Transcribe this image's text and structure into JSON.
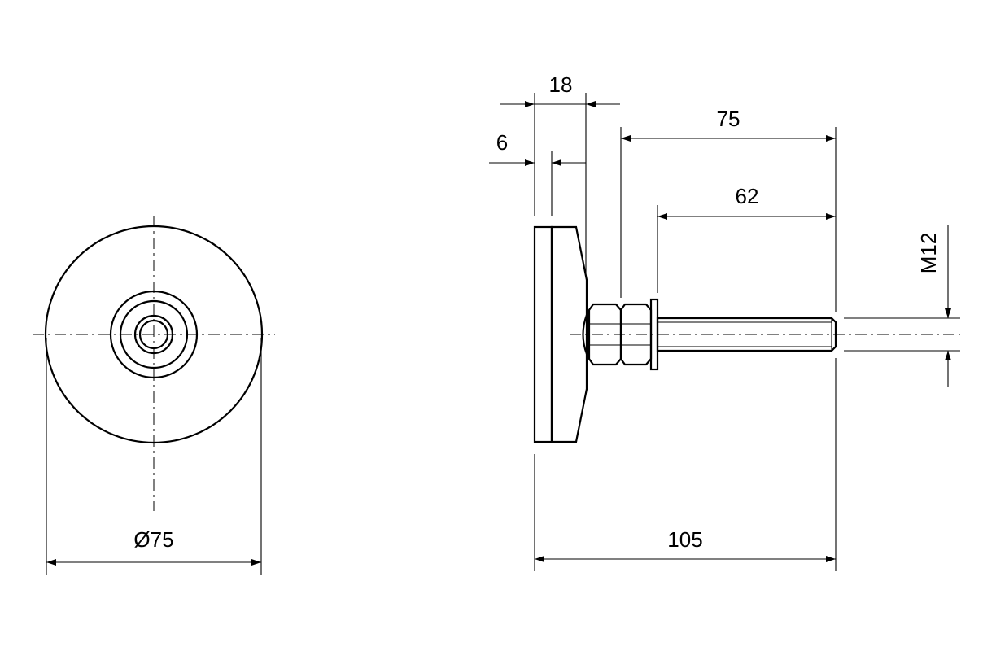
{
  "dimensions": {
    "diameter": "Ø75",
    "overall_length": "105",
    "thread_length_75": "75",
    "thread_length_62": "62",
    "base_height_18": "18",
    "base_plate_6": "6",
    "thread_size": "M12"
  }
}
